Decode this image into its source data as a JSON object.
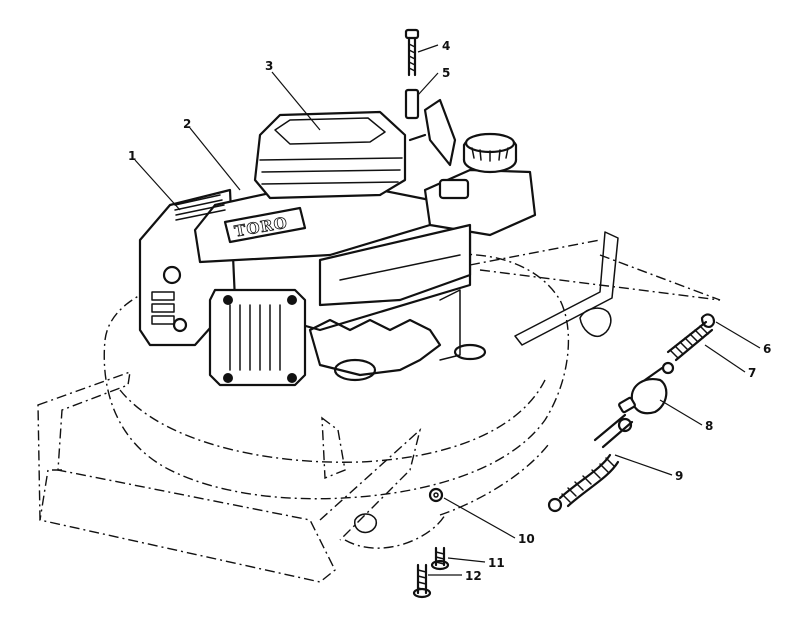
{
  "diagram": {
    "brand_label": "TORO",
    "callouts": [
      {
        "id": "1",
        "label": "1"
      },
      {
        "id": "2",
        "label": "2"
      },
      {
        "id": "3",
        "label": "3"
      },
      {
        "id": "4",
        "label": "4"
      },
      {
        "id": "5",
        "label": "5"
      },
      {
        "id": "6",
        "label": "6"
      },
      {
        "id": "7",
        "label": "7"
      },
      {
        "id": "8",
        "label": "8"
      },
      {
        "id": "9",
        "label": "9"
      },
      {
        "id": "10",
        "label": "10"
      },
      {
        "id": "11",
        "label": "11"
      },
      {
        "id": "12",
        "label": "12"
      }
    ]
  }
}
